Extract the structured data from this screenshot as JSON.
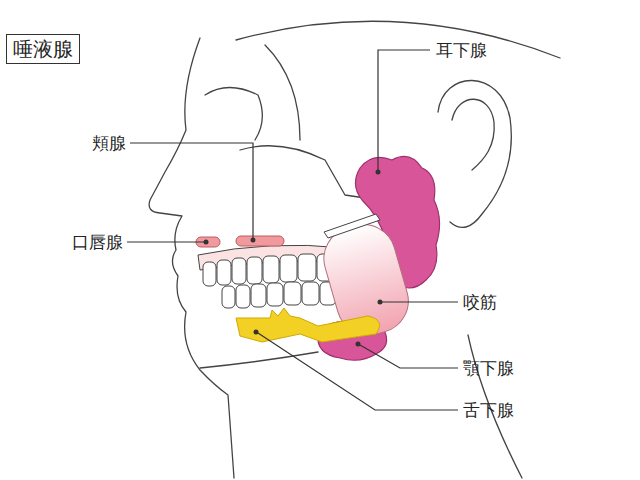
{
  "diagram": {
    "title": "唾液腺",
    "labels": [
      "耳下腺",
      "頬腺",
      "口唇腺",
      "咬筋",
      "顎下腺",
      "舌下腺"
    ]
  }
}
